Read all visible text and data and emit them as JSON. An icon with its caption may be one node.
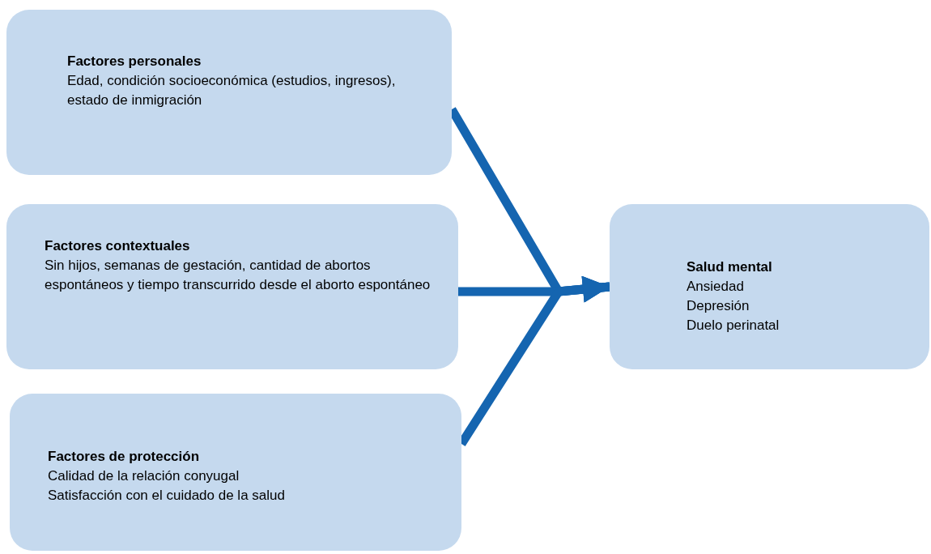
{
  "diagram": {
    "nodes": [
      {
        "text": [
          "Factores personales",
          "Edad, condición socioeconómica (estudios, ingresos), estado de inmigración"
        ]
      },
      {
        "text": [
          "Factores contextuales",
          "Sin hijos, semanas de gestación, cantidad de abortos espontáneos y tiempo transcurrido desde el aborto espontáneo"
        ]
      },
      {
        "text": [
          "Factores de protección",
          "Calidad de la relación conyugal",
          "Satisfacción con el cuidado de la salud"
        ]
      },
      {
        "text": [
          "Salud mental",
          "Ansiedad",
          "Depresión",
          "Duelo perinatal"
        ]
      }
    ],
    "edges": [
      {
        "from": 0,
        "to": 3,
        "arrow": "to"
      },
      {
        "from": 1,
        "to": 3,
        "arrow": "to"
      },
      {
        "from": 2,
        "to": 3,
        "arrow": "to"
      }
    ]
  }
}
